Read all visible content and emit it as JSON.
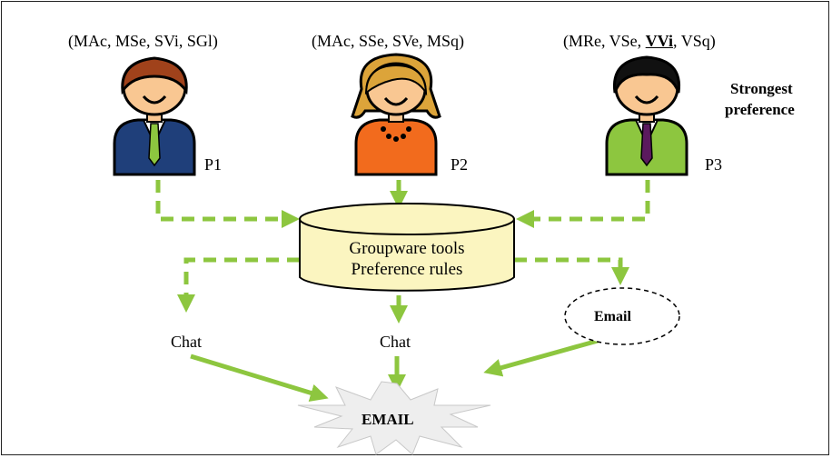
{
  "participants": [
    {
      "id": "P1",
      "prefix": "(MAc, MSe, SVi, SGl)",
      "strong": "",
      "suffix": ""
    },
    {
      "id": "P2",
      "prefix": "(MAc, SSe, SVe, MSq)",
      "strong": "",
      "suffix": ""
    },
    {
      "id": "P3",
      "prefix": "(MRe, VSe, ",
      "strong": "VVi",
      "suffix": ", VSq)"
    }
  ],
  "strongest_preference": {
    "line1": "Strongest",
    "line2": "preference"
  },
  "database": {
    "line1": "Groupware tools",
    "line2": "Preference rules"
  },
  "outcomes": {
    "left": "Chat",
    "center": "Chat",
    "right": "Email"
  },
  "result": "EMAIL",
  "colors": {
    "arrow": "#8dc63f",
    "db_fill": "#fbf5c0",
    "p1_shirt": "#1f3f7a",
    "p2_shirt": "#f26b1d",
    "p3_shirt": "#8dc63f"
  }
}
